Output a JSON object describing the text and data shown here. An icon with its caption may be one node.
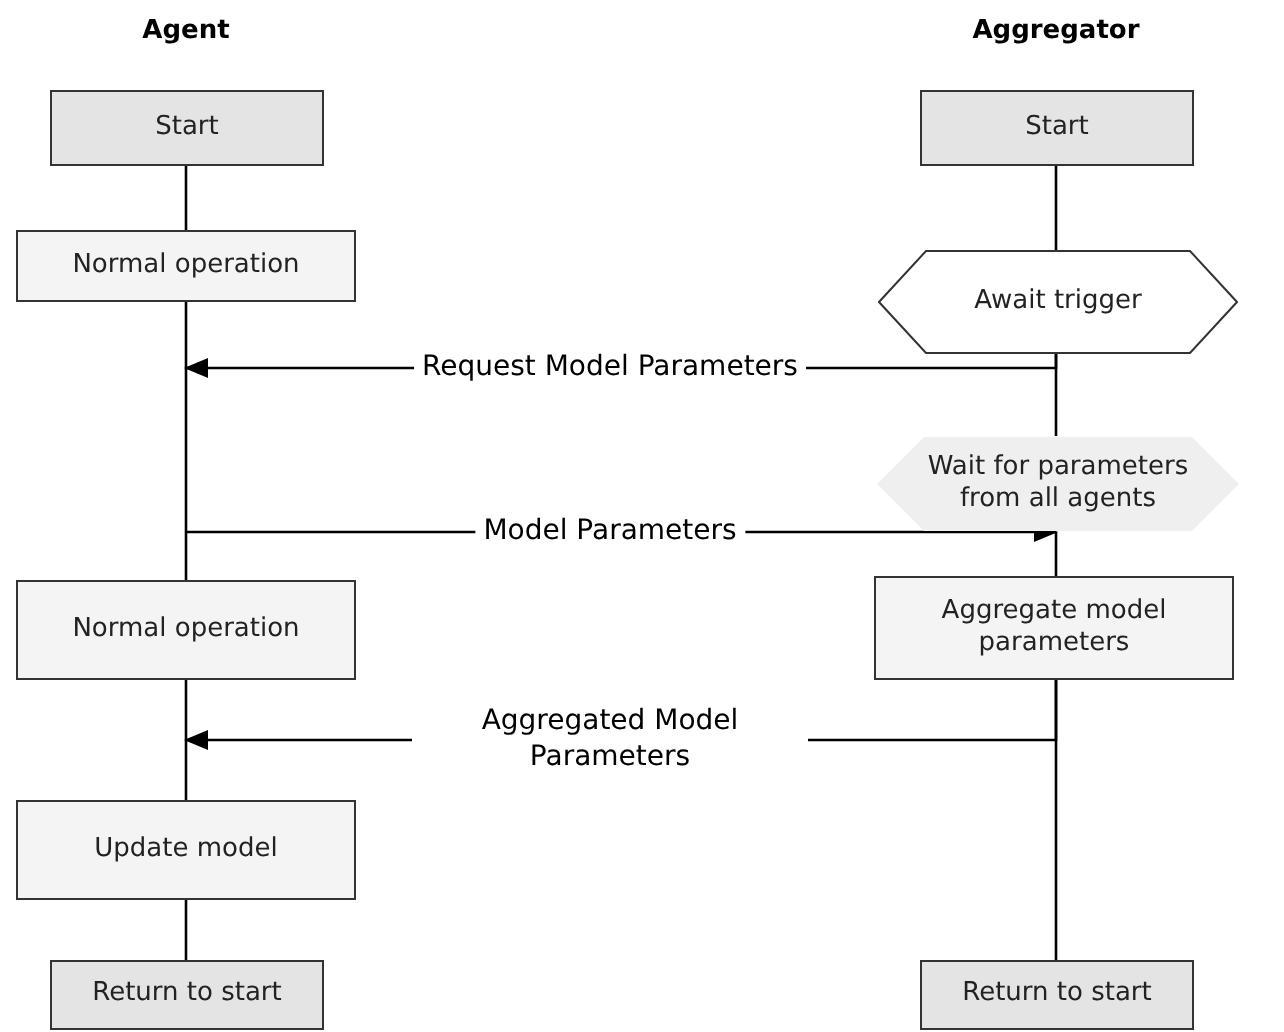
{
  "diagram": {
    "nodes": [
      {
        "text": [
          "Start"
        ]
      },
      {
        "text": [
          "Start"
        ]
      },
      {
        "text": [
          "Normal operation"
        ]
      },
      {
        "text": [
          "Await trigger"
        ]
      },
      {
        "text": [
          "Wait for parameters from all agents"
        ]
      },
      {
        "text": [
          "Normal operation"
        ]
      },
      {
        "text": [
          "Aggregate model parameters"
        ]
      },
      {
        "text": [
          "Update model"
        ]
      },
      {
        "text": [
          "Return to start"
        ]
      },
      {
        "text": [
          "Return to start"
        ]
      }
    ],
    "edges": [
      {
        "from": 0,
        "to": 2,
        "arrow": "none"
      },
      {
        "from": 2,
        "to": 5,
        "arrow": "none"
      },
      {
        "from": 5,
        "to": 7,
        "arrow": "none"
      },
      {
        "from": 7,
        "to": 8,
        "arrow": "none"
      },
      {
        "from": 1,
        "to": 3,
        "arrow": "none"
      },
      {
        "from": 3,
        "to": 4,
        "arrow": "none"
      },
      {
        "from": 4,
        "to": 6,
        "arrow": "none"
      },
      {
        "from": 6,
        "to": 9,
        "arrow": "none"
      },
      {
        "from": 3,
        "to": null,
        "arrow": "to",
        "label": "Request Model Parameters"
      },
      {
        "from": null,
        "to": 4,
        "arrow": "to",
        "label": "Model Parameters"
      },
      {
        "from": 6,
        "to": null,
        "arrow": "to",
        "label": "Aggregated Model Parameters"
      }
    ],
    "labels": [
      "Agent",
      "Aggregator"
    ]
  }
}
